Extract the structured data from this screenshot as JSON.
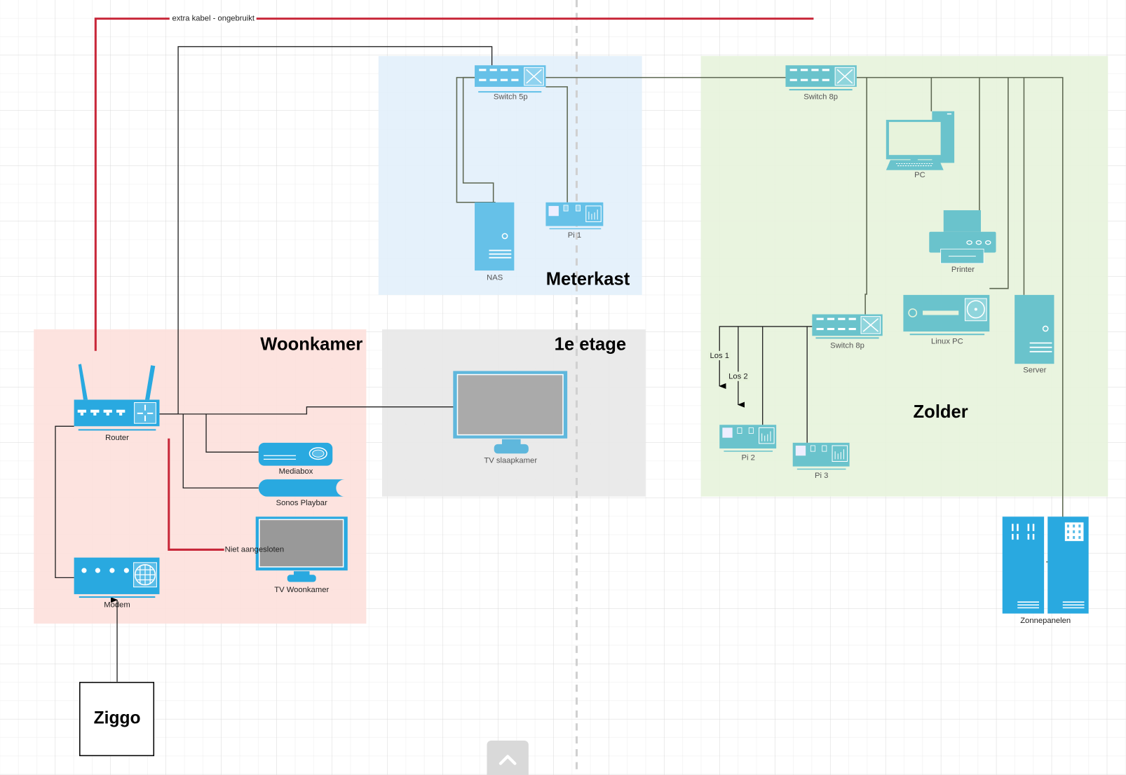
{
  "regions": {
    "woonkamer": "Woonkamer",
    "meterkast": "Meterkast",
    "etage": "1e etage",
    "zolder": "Zolder"
  },
  "devices": {
    "router": "Router",
    "modem": "Modem",
    "mediabox": "Mediabox",
    "sonos": "Sonos Playbar",
    "tv_woonkamer": "TV Woonkamer",
    "tv_slaapkamer": "TV slaapkamer",
    "switch_5p": "Switch 5p",
    "nas": "NAS",
    "pi1": "Pi 1",
    "switch_8p_top": "Switch 8p",
    "pc": "PC",
    "printer": "Printer",
    "linux_pc": "Linux PC",
    "server": "Server",
    "switch_8p_bottom": "Switch 8p",
    "pi2": "Pi 2",
    "pi3": "Pi 3",
    "zonnepanelen": "Zonnepanelen",
    "ziggo": "Ziggo"
  },
  "edge_labels": {
    "extra_cable": "extra kabel - ongebruikt",
    "not_connected": "Niet aangesloten",
    "los1": "Los 1",
    "los2": "Los 2"
  },
  "colors": {
    "woonkamer_bg": "#fde0dc",
    "meterkast_bg": "#e2f0fb",
    "etage_bg": "#e8e8e8",
    "zolder_bg": "#e7f3dc",
    "device_blue": "#29a9e0",
    "device_light_blue": "#66c1e8",
    "device_teal": "#6ac3cc",
    "unused_cable": "#c8283a"
  },
  "ui": {
    "scroll_up_icon": "chevron-up-icon"
  }
}
